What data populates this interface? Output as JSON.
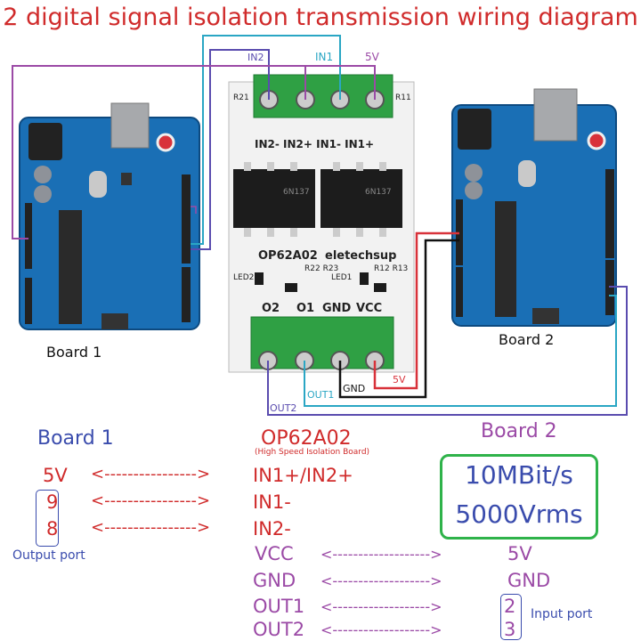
{
  "title": "2 digital signal isolation transmission wiring diagram",
  "diagram": {
    "wire_labels": {
      "in2": "IN2",
      "in1": "IN1",
      "v5": "5V",
      "out1": "OUT1",
      "out2": "OUT2",
      "gnd": "GND",
      "v5_right": "5V"
    },
    "module": {
      "top_pins": "IN2- IN2+ IN1- IN1+",
      "name": "OP62A02",
      "brand": "eletechsup",
      "chip_left": "6N137",
      "chip_right": "6N137",
      "resistors_left": "R22 R23",
      "resistors_right": "R12 R13",
      "resistor_top_left": "R21",
      "resistor_top_right": "R11",
      "led_left": "LED2",
      "led_right": "LED1",
      "bottom_pins": [
        "O2",
        "O1",
        "GND",
        "VCC"
      ]
    },
    "board1_label": "Board 1",
    "board2_label": "Board 2"
  },
  "legend": {
    "board1_heading": "Board 1",
    "module_heading": "OP62A02",
    "module_subheading": "(High Speed Isolation Board)",
    "board2_heading": "Board 2",
    "left_rows": [
      {
        "pin": "5V",
        "arrow": "<---------------->",
        "target": "IN1+/IN2+"
      },
      {
        "pin": "9",
        "arrow": "<---------------->",
        "target": "IN1-"
      },
      {
        "pin": "8",
        "arrow": "<---------------->",
        "target": "IN2-"
      }
    ],
    "output_port": "Output port",
    "right_rows": [
      {
        "source": "VCC",
        "arrow": "<------------------->",
        "pin": "5V"
      },
      {
        "source": "GND",
        "arrow": "<------------------->",
        "pin": "GND"
      },
      {
        "source": "OUT1",
        "arrow": "<------------------->",
        "pin": "2"
      },
      {
        "source": "OUT2",
        "arrow": "<------------------->",
        "pin": "3"
      }
    ],
    "input_port": "Input port",
    "speed": "10MBit/s",
    "isolation": "5000Vrms"
  },
  "colors": {
    "title": "#d02b2b",
    "blue": "#3a4cad",
    "purple": "#9b4aa6",
    "green": "#2fb34a",
    "terminal": "#2fa044",
    "board": "#1a6fb5"
  }
}
